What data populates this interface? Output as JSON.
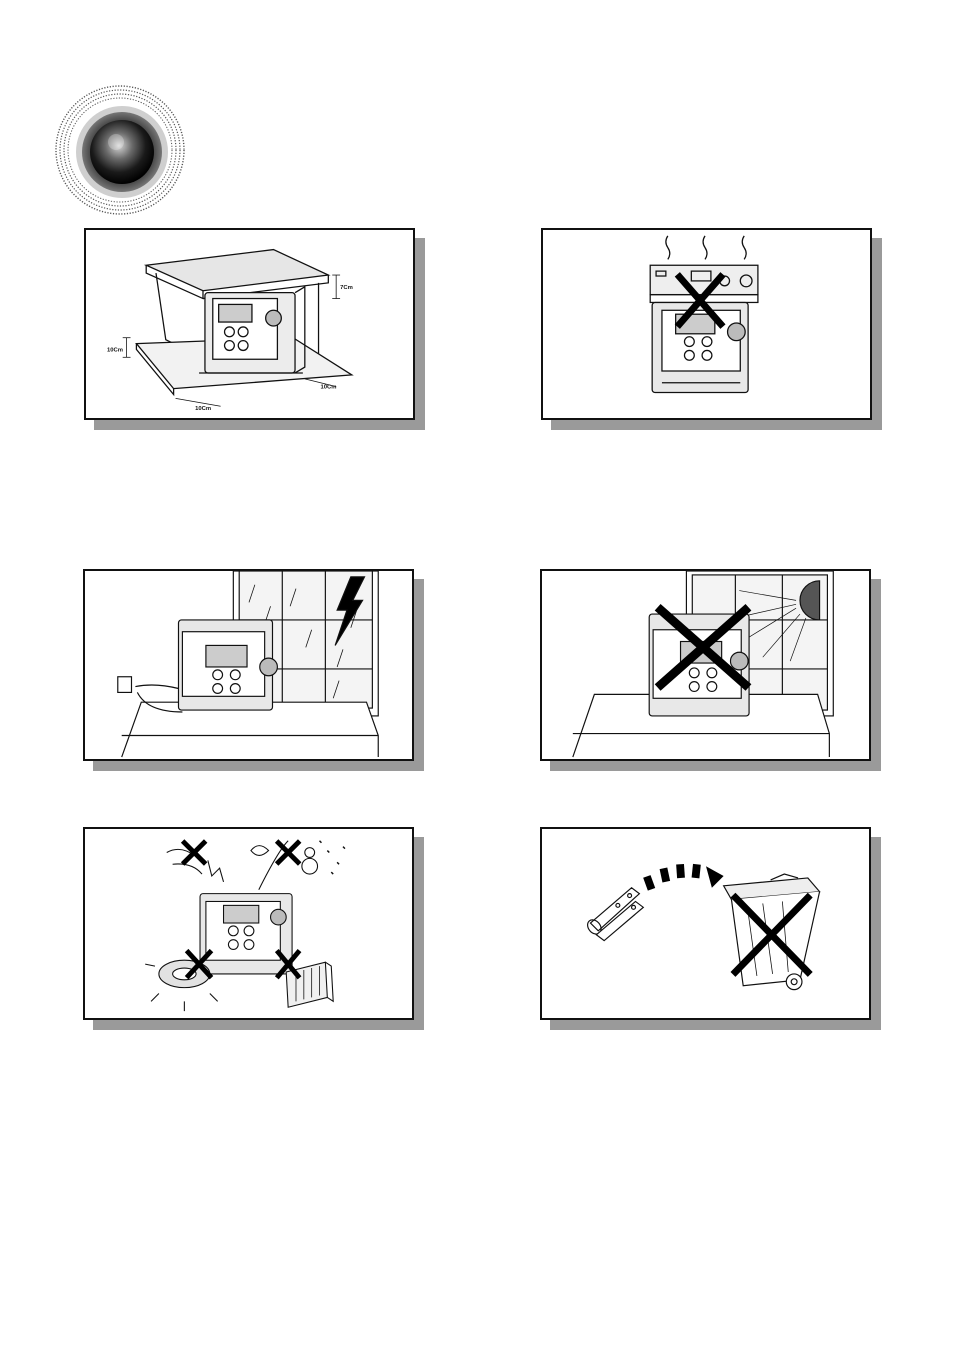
{
  "panels": {
    "ventilation": {
      "dim_top": "7Cm",
      "dim_side": "10Cm",
      "dim_front": "10Cm",
      "dim_back": "10Cm"
    }
  }
}
